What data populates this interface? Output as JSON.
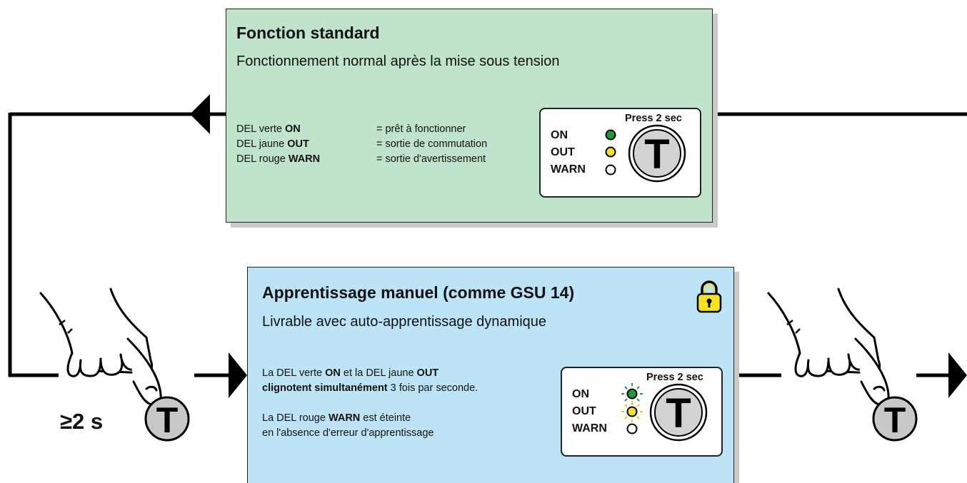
{
  "standard": {
    "title": "Fonction standard",
    "subtitle": "Fonctionnement normal après la mise sous tension",
    "leds": [
      {
        "prefix": "DEL verte ",
        "name": "ON",
        "desc": "= prêt à fonctionner"
      },
      {
        "prefix": "DEL jaune ",
        "name": "OUT",
        "desc": "= sortie de commutation"
      },
      {
        "prefix": "DEL rouge ",
        "name": "WARN",
        "desc": "= sortie d'avertissement"
      }
    ],
    "panel": {
      "press": "Press 2 sec",
      "on": "ON",
      "out": "OUT",
      "warn": "WARN",
      "button": "T"
    }
  },
  "learning": {
    "title": "Apprentissage manuel (comme GSU 14)",
    "subtitle": "Livrable avec auto-apprentissage dynamique",
    "p1_a": "La DEL verte ",
    "p1_on": "ON",
    "p1_b": " et la DEL jaune ",
    "p1_out": "OUT",
    "p1_c": "clignotent simultanément",
    "p1_d": " 3 fois par seconde.",
    "p2_a": "La DEL rouge ",
    "p2_warn": "WARN",
    "p2_b": " est éteinte",
    "p2_c": "en l'absence d'erreur d'apprentissage",
    "panel": {
      "press": "Press 2 sec",
      "on": "ON",
      "out": "OUT",
      "warn": "WARN",
      "button": "T"
    }
  },
  "press_time": "≥2 s",
  "button_letter": "T",
  "icons": [
    "padlock-icon",
    "hand-press-icon",
    "arrow-left-icon",
    "arrow-right-icon"
  ],
  "colors": {
    "standard_bg": "#c0e3cb",
    "learning_bg": "#bde3f6",
    "led_green": "#1f9a3c",
    "led_yellow": "#f2e22a",
    "lock_yellow": "#f6e320"
  }
}
